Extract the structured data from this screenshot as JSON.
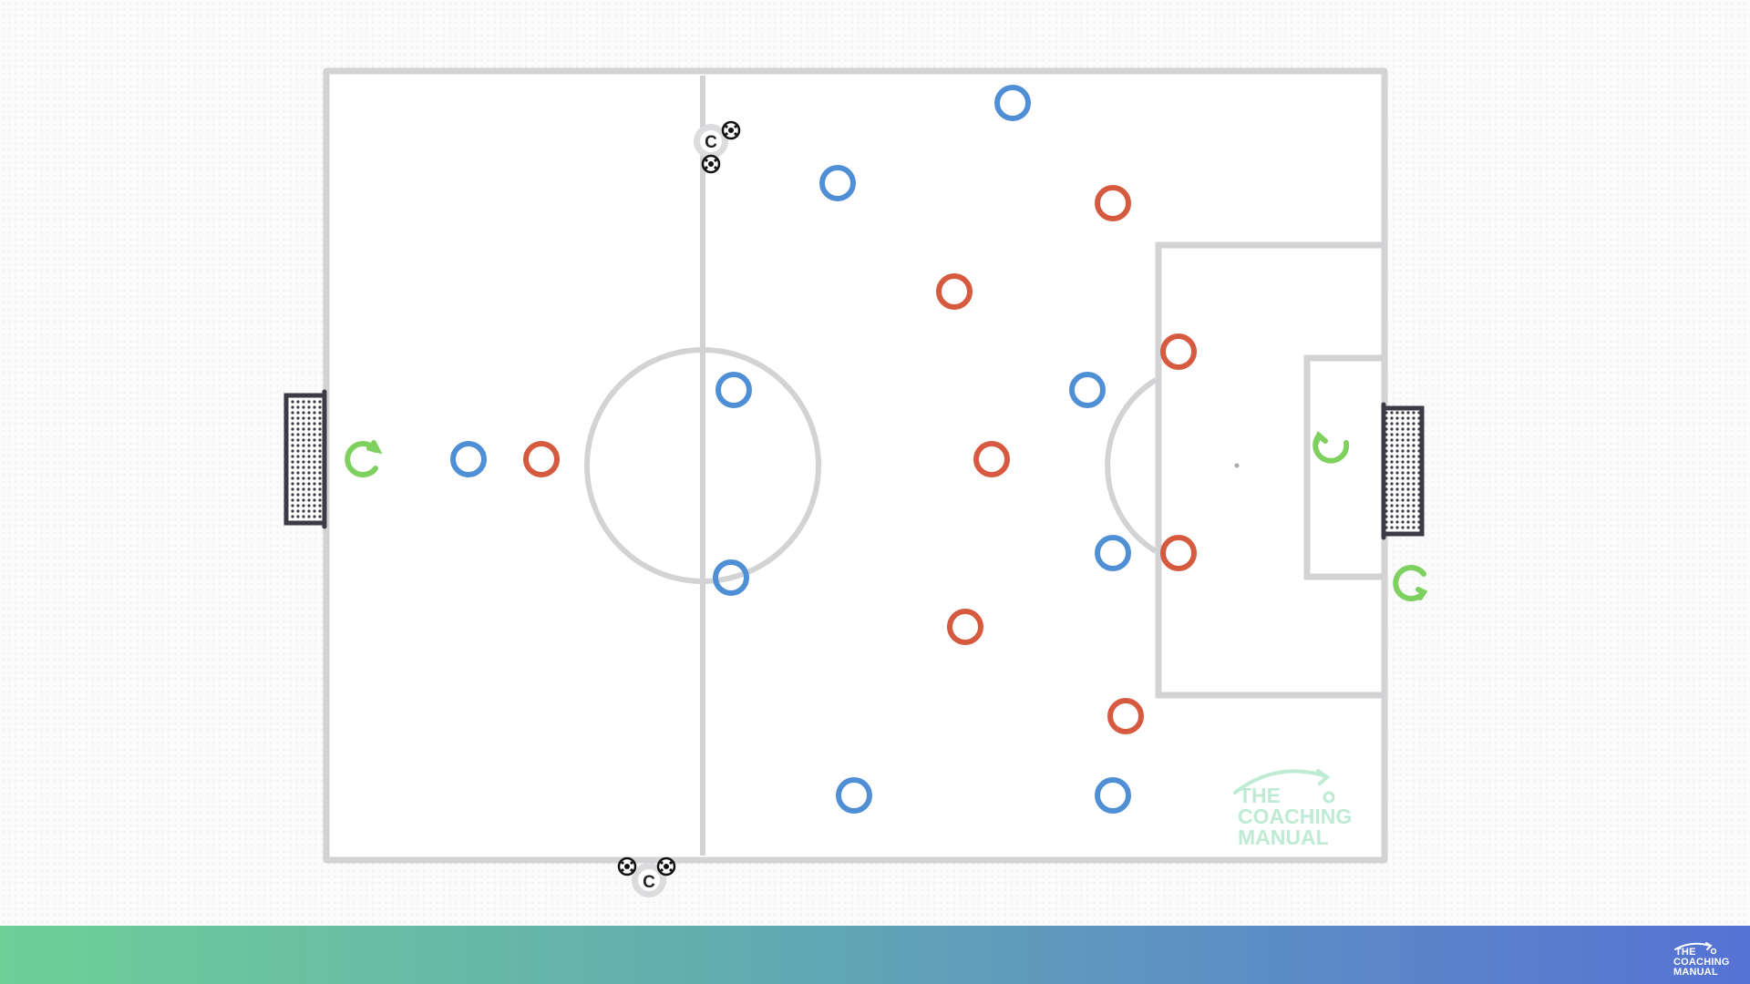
{
  "colors": {
    "pitch_lines": "#d3d3d6",
    "team_blue": "#4f8fd6",
    "team_red": "#d65a3f",
    "goalkeeper_green": "#7ed05f",
    "goal_frame": "#3b3a45",
    "watermark": "#bfead4"
  },
  "coach_marker": {
    "label": "C",
    "icon": "coach-marker-icon",
    "ball_icon": "soccer-ball-icon"
  },
  "watermark": {
    "line1": "THE",
    "line2": "COACHING",
    "line3": "MANUAL"
  },
  "footer_logo": {
    "line1": "THE",
    "line2": "COACHING",
    "line3": "MANUAL"
  }
}
